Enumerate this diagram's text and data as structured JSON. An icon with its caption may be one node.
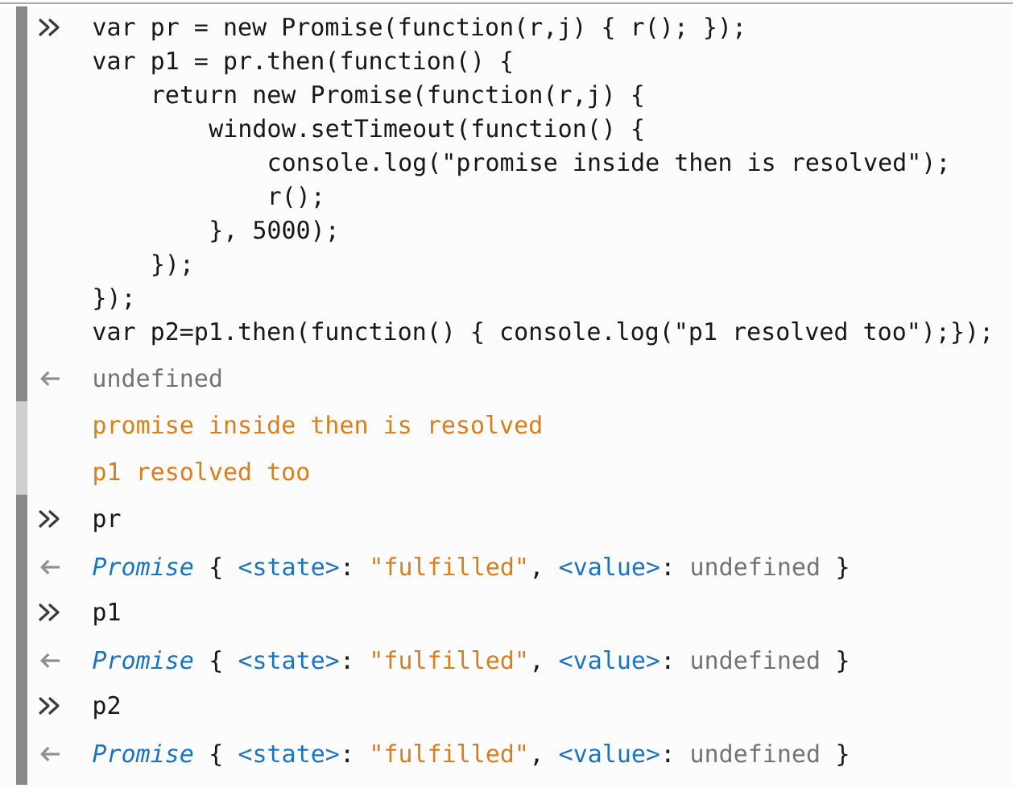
{
  "diagram": {
    "labels": [
      "var pr = new Promise(function(r,j) { r(); });",
      "var p1 = pr.then(function() {",
      "return new Promise(function(r,j) {",
      "window.setTimeout(function() {",
      "console.log(\"promise inside then is resolved\");",
      "r();",
      "}, 5000);",
      "});",
      "});",
      "var p2=p1.then(function() { console.log(\"p1 resolved too\");});",
      "undefined",
      "promise inside then is resolved",
      "p1 resolved too",
      "pr",
      "Promise",
      "{",
      "<state>",
      ":",
      "\"fulfilled\"",
      ",",
      "<value>",
      ":",
      "undefined",
      "}",
      "p1",
      "Promise",
      "{",
      "<state>",
      ":",
      "\"fulfilled\"",
      ",",
      "<value>",
      ":",
      "undefined",
      "}",
      "p2",
      "Promise",
      "{",
      "<state>",
      ":",
      "\"fulfilled\"",
      ",",
      "<value>",
      ":",
      "undefined",
      "}"
    ]
  }
}
